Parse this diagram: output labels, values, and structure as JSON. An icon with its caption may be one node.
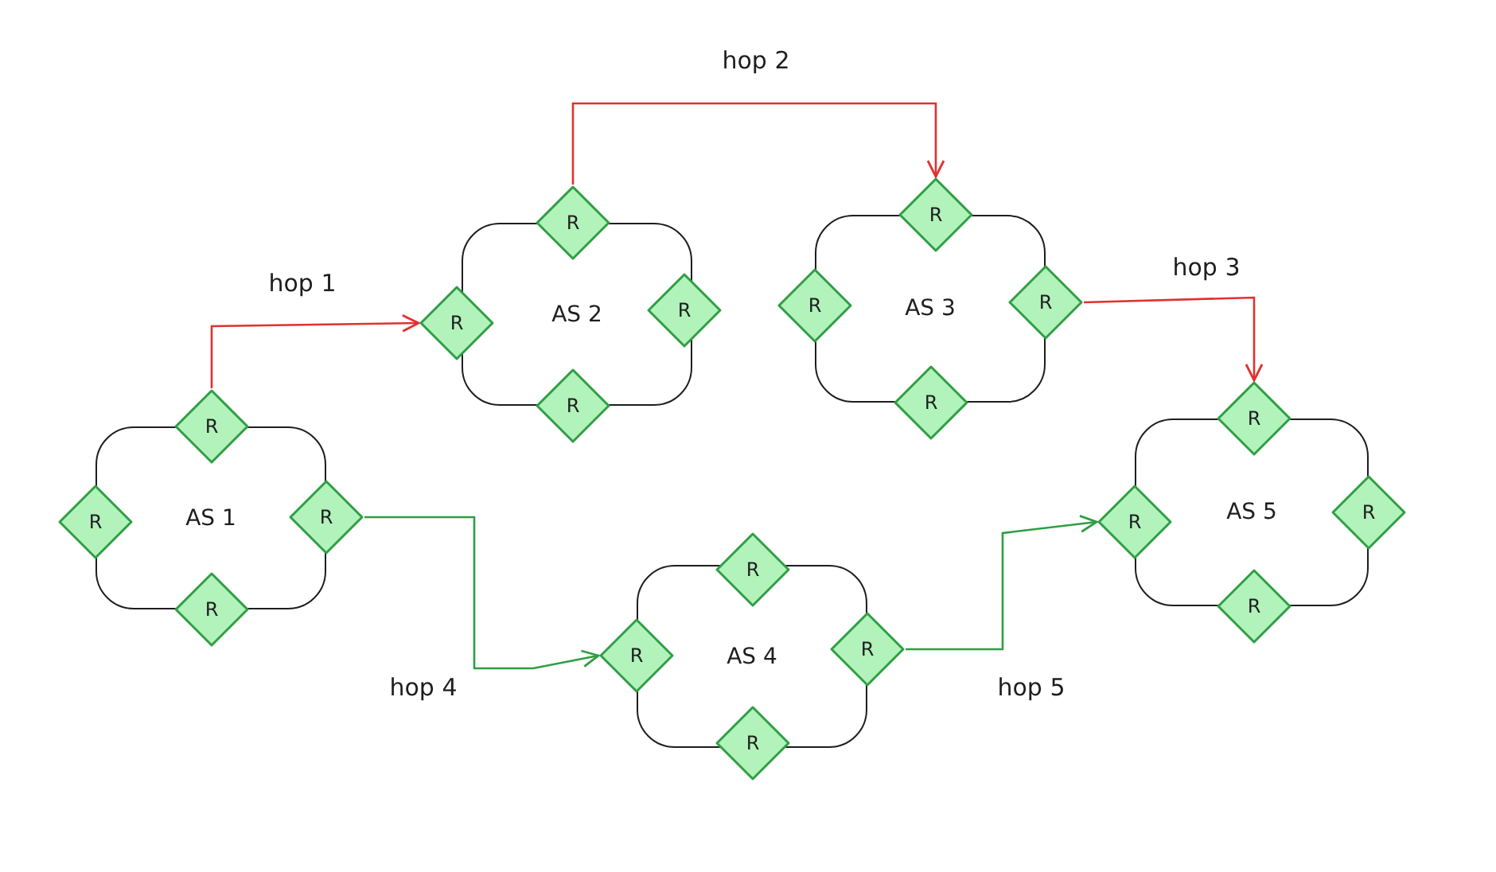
{
  "diagram": {
    "nodes": [
      {
        "text": [
          "AS 1"
        ]
      },
      {
        "text": [
          "R"
        ]
      },
      {
        "text": [
          "R"
        ]
      },
      {
        "text": [
          "R"
        ]
      },
      {
        "text": [
          "R"
        ]
      },
      {
        "text": [
          "AS 2"
        ]
      },
      {
        "text": [
          "R"
        ]
      },
      {
        "text": [
          "R"
        ]
      },
      {
        "text": [
          "R"
        ]
      },
      {
        "text": [
          "R"
        ]
      },
      {
        "text": [
          "AS 3"
        ]
      },
      {
        "text": [
          "R"
        ]
      },
      {
        "text": [
          "R"
        ]
      },
      {
        "text": [
          "R"
        ]
      },
      {
        "text": [
          "R"
        ]
      },
      {
        "text": [
          "AS 4"
        ]
      },
      {
        "text": [
          "R"
        ]
      },
      {
        "text": [
          "R"
        ]
      },
      {
        "text": [
          "R"
        ]
      },
      {
        "text": [
          "R"
        ]
      },
      {
        "text": [
          "AS 5"
        ]
      },
      {
        "text": [
          "R"
        ]
      },
      {
        "text": [
          "R"
        ]
      },
      {
        "text": [
          "R"
        ]
      },
      {
        "text": [
          "R"
        ]
      }
    ],
    "edges": [
      {
        "from": 1,
        "to": 7,
        "arrow": "to",
        "label": "hop 1",
        "color": "#e03131"
      },
      {
        "from": 6,
        "to": 11,
        "arrow": "to",
        "label": "hop 2",
        "color": "#e03131"
      },
      {
        "from": 13,
        "to": 21,
        "arrow": "to",
        "label": "hop 3",
        "color": "#e03131"
      },
      {
        "from": 3,
        "to": 17,
        "arrow": "to",
        "label": "hop 4",
        "color": "#2f9e44"
      },
      {
        "from": 18,
        "to": 22,
        "arrow": "to",
        "label": "hop 5",
        "color": "#2f9e44"
      }
    ]
  }
}
